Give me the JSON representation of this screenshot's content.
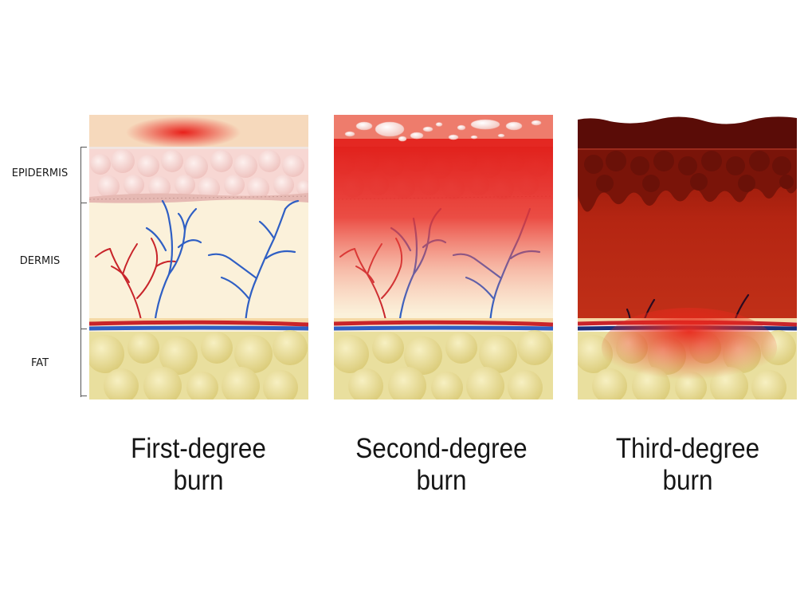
{
  "layers": {
    "epidermis": "EPIDERMIS",
    "dermis": "DERMIS",
    "fat": "FAT"
  },
  "burns": [
    {
      "line1": "First-degree",
      "line2": "burn"
    },
    {
      "line1": "Second-degree",
      "line2": "burn"
    },
    {
      "line1": "Third-degree",
      "line2": "burn"
    }
  ],
  "colors": {
    "surface": "#f6d9bc",
    "epidermis": "#f7d7d3",
    "dermis": "#fbf1da",
    "fat": "#e9df9e",
    "artery": "#c8242a",
    "vein": "#2f5fc4",
    "burn_red": "#e0211c",
    "char": "#5a0c07"
  }
}
